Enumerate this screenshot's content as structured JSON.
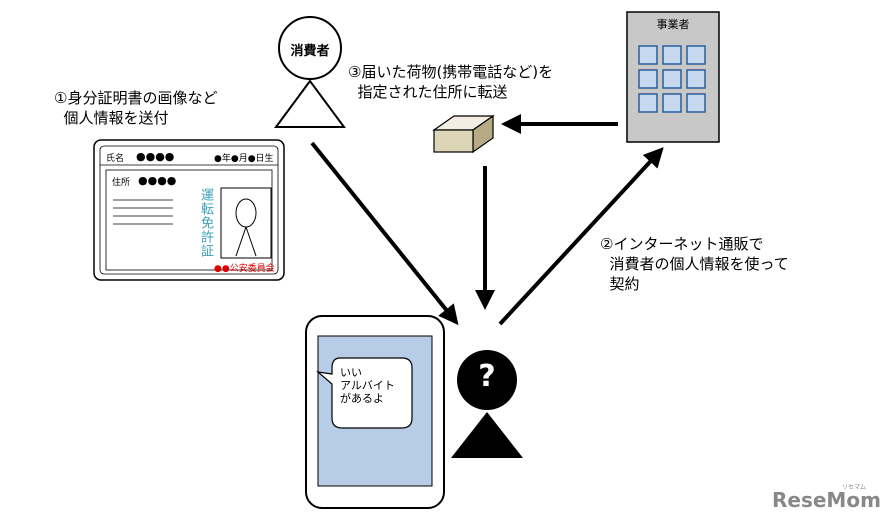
{
  "consumer": {
    "label": "消費者"
  },
  "company": {
    "label": "事業者"
  },
  "unknown": {
    "symbol": "?"
  },
  "steps": {
    "step1": "①身分証明書の画像など\n  個人情報を送付",
    "step2": "②インターネット通販で\n  消費者の個人情報を使って\n  契約",
    "step3": "③届いた荷物(携帯電話など)を\n  指定された住所に転送"
  },
  "id_card": {
    "name_label": "氏名",
    "name_value": "●●●●",
    "birth": "●年●月●日生",
    "address_label": "住所",
    "address_value": "●●●●",
    "license_title": "運転免許証",
    "issuer": "●●公安委員会"
  },
  "phone": {
    "bubble_text": "いい\nアルバイト\nがあるよ"
  },
  "watermark": {
    "brand": "ReseMom",
    "sub": "リセマム"
  }
}
